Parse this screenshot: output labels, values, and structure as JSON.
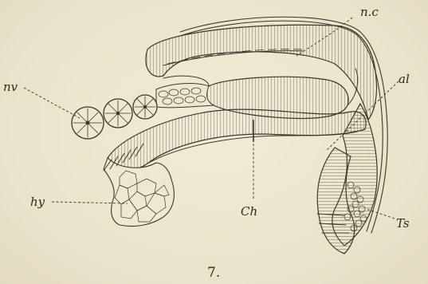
{
  "figure": {
    "number": "7.",
    "labels": {
      "nc": "n.c",
      "al": "al",
      "nv": "nv",
      "hy": "hy",
      "ch": "Ch",
      "ts": "Ts"
    }
  }
}
